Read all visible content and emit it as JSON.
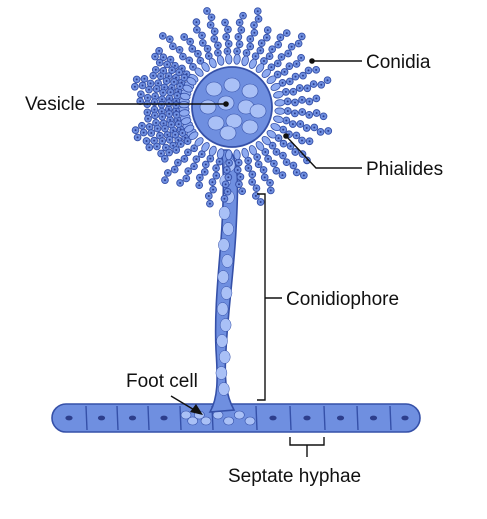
{
  "labels": {
    "conidia": "Conidia",
    "vesicle": "Vesicle",
    "phialides": "Phialides",
    "conidiophore": "Conidiophore",
    "foot_cell": "Foot cell",
    "septate_hyphae": "Septate hyphae"
  },
  "colors": {
    "fill": "#6f8fe0",
    "fill_light": "#8eaaf0",
    "cell": "#a9c0f6",
    "outline": "#3550a8",
    "nucleus": "#2d3e8c"
  }
}
